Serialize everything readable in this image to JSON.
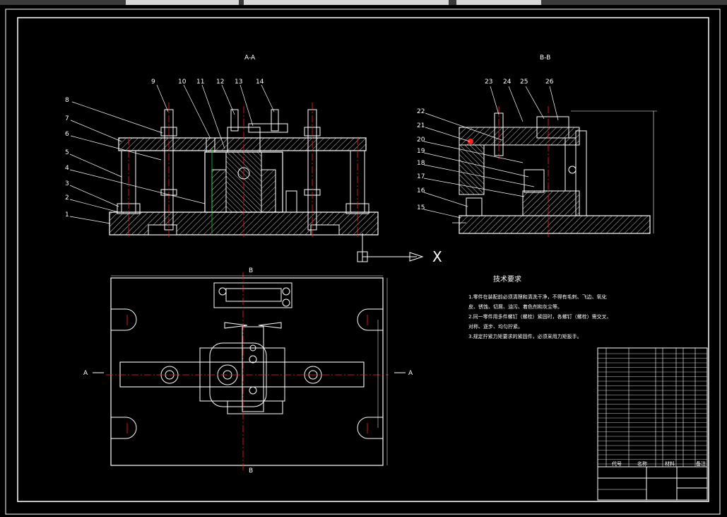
{
  "view_labels": {
    "section_aa": "A-A",
    "section_bb": "B-B"
  },
  "left_callouts": [
    "8",
    "7",
    "6",
    "5",
    "4",
    "3",
    "2",
    "1"
  ],
  "top_callouts_left": [
    "9",
    "10",
    "11",
    "12",
    "13",
    "14"
  ],
  "top_callouts_right": [
    "23",
    "24",
    "25",
    "26"
  ],
  "right_callouts": [
    "22",
    "21",
    "20",
    "19",
    "18",
    "17",
    "16",
    "15"
  ],
  "section_marks": {
    "a_left": "A",
    "a_right": "A",
    "b_top": "B",
    "b_bottom": "B"
  },
  "axis_glyph": "X",
  "tech_title": "技术要求",
  "tech_lines": [
    "1.零件在装配前必须清理和清洗干净，不得有毛刺、飞边、氧化",
    "皮、锈蚀、切屑、油污、着色剂和灰尘等。",
    "2.同一零件用多件螺钉（螺栓）紧固时，各螺钉（螺栓）需交叉、",
    "对称、逐步、均匀拧紧。",
    "3.规定拧紧力矩要求的紧固件，必须采用力矩扳手。"
  ],
  "title_block_headers": [
    "代号",
    "名称",
    "材料",
    "备注"
  ],
  "colors": {
    "line": "#ffffff",
    "center": "#ff2020",
    "hatch": "#ffffff",
    "bg": "#000000",
    "green": "#19c919"
  }
}
